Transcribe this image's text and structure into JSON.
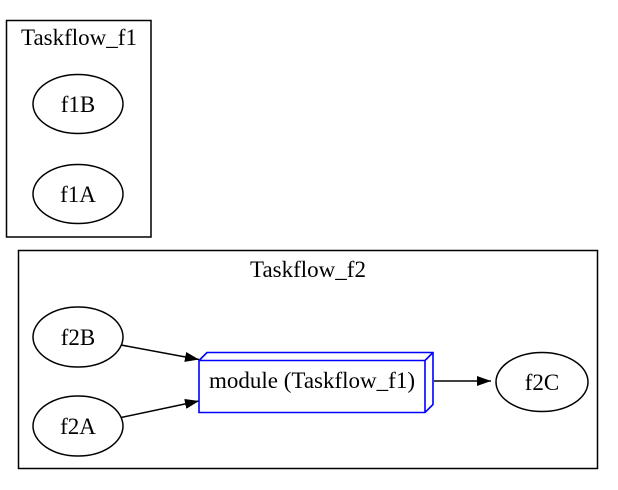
{
  "diagram": {
    "type": "graphviz-taskflow-graph",
    "clusters": [
      {
        "id": "Taskflow_f1",
        "title": "Taskflow_f1"
      },
      {
        "id": "Taskflow_f2",
        "title": "Taskflow_f2"
      }
    ],
    "nodes": [
      {
        "id": "f1B",
        "label": "f1B",
        "shape": "ellipse",
        "cluster": "Taskflow_f1"
      },
      {
        "id": "f1A",
        "label": "f1A",
        "shape": "ellipse",
        "cluster": "Taskflow_f1"
      },
      {
        "id": "f2B",
        "label": "f2B",
        "shape": "ellipse",
        "cluster": "Taskflow_f2"
      },
      {
        "id": "f2A",
        "label": "f2A",
        "shape": "ellipse",
        "cluster": "Taskflow_f2"
      },
      {
        "id": "module",
        "label": "module (Taskflow_f1)",
        "shape": "box3d",
        "cluster": "Taskflow_f2"
      },
      {
        "id": "f2C",
        "label": "f2C",
        "shape": "ellipse",
        "cluster": "Taskflow_f2"
      }
    ],
    "edges": [
      {
        "from": "f2B",
        "to": "module"
      },
      {
        "from": "f2A",
        "to": "module"
      },
      {
        "from": "module",
        "to": "f2C"
      }
    ],
    "colors": {
      "background": "#ffffff",
      "node_stroke": "#000000",
      "edge": "#000000",
      "module_stroke": "#0000ff",
      "text": "#000000"
    }
  }
}
